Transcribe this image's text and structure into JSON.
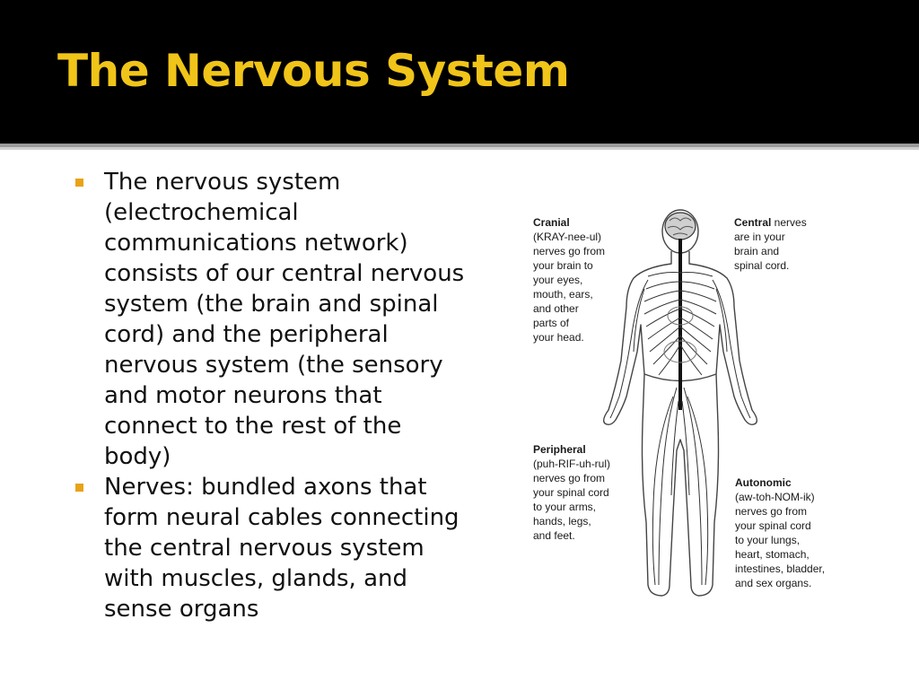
{
  "slide": {
    "title": "The Nervous System",
    "accent_color": "#f0c419",
    "bullet_color": "#e8a317",
    "bullets": [
      "The nervous system (electrochemical communications network) consists of our central nervous system (the brain and spinal cord) and the peripheral nervous system (the sensory and motor neurons that connect to the rest of the body)",
      "Nerves: bundled axons that form neural cables connecting the central nervous system with muscles, glands, and sense organs"
    ]
  },
  "figure": {
    "cranial": {
      "term": "Cranial",
      "text": "(KRAY-nee-ul)\nnerves go from\nyour brain to\nyour eyes,\nmouth, ears,\nand other\nparts of\nyour head."
    },
    "central": {
      "term": "Central",
      "text": " nerves\nare in your\nbrain and\nspinal cord."
    },
    "peripheral": {
      "term": "Peripheral",
      "text": "(puh-RIF-uh-rul)\nnerves go from\nyour spinal cord\nto your arms,\nhands, legs,\nand feet."
    },
    "autonomic": {
      "term": "Autonomic",
      "text": "(aw-toh-NOM-ik)\nnerves go from\nyour spinal cord\nto your lungs,\nheart, stomach,\nintestines, bladder,\nand sex organs."
    }
  }
}
